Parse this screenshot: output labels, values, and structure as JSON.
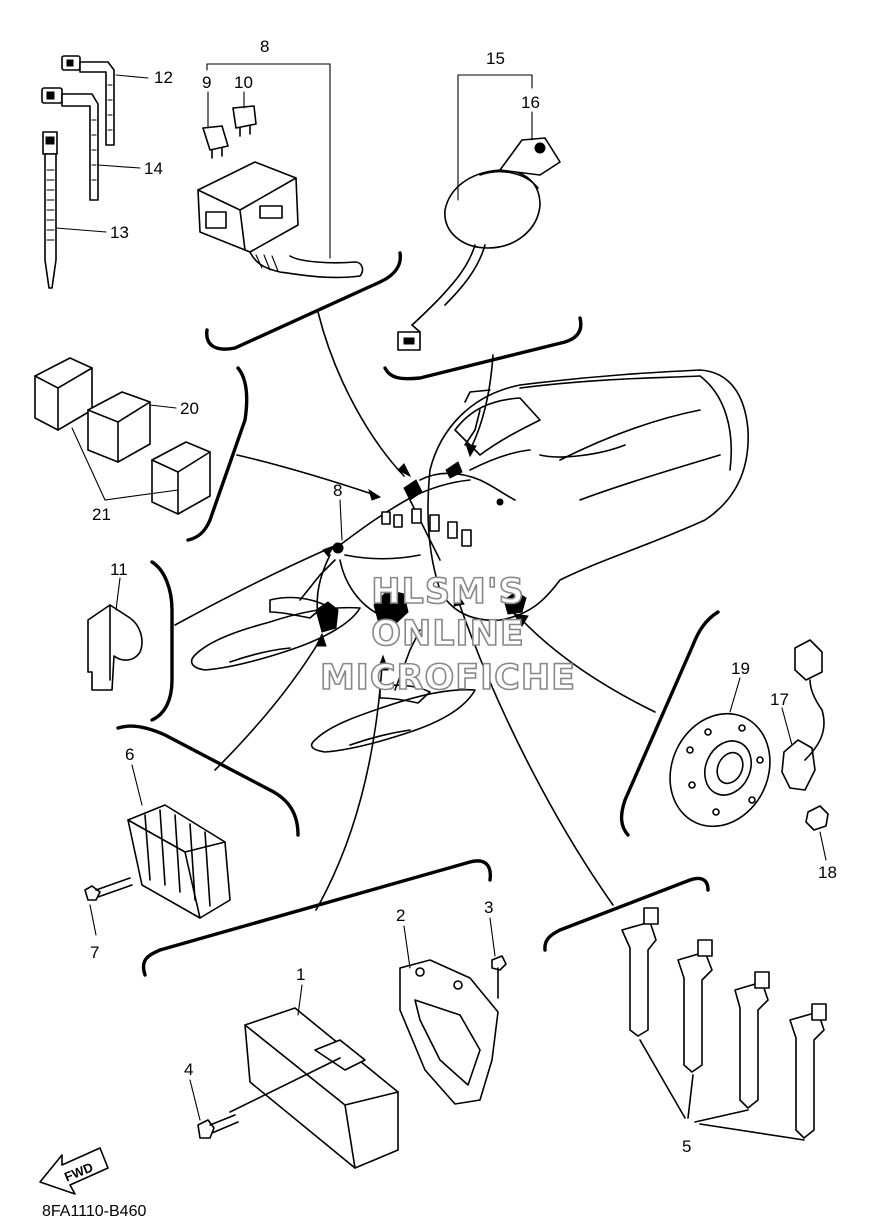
{
  "watermark": {
    "line1": "HLSM'S",
    "line2": "ONLINE",
    "line3": "MICROFICHE"
  },
  "reference_code": "8FA1110-B460",
  "fwd_label": "FWD",
  "callouts": {
    "c1": "1",
    "c2": "2",
    "c3": "3",
    "c4": "4",
    "c5": "5",
    "c6": "6",
    "c7": "7",
    "c8_top": "8",
    "c8_center": "8",
    "c9": "9",
    "c10": "10",
    "c11": "11",
    "c12": "12",
    "c13": "13",
    "c14": "14",
    "c15": "15",
    "c16": "16",
    "c17": "17",
    "c18": "18",
    "c19": "19",
    "c20": "20",
    "c21": "21"
  }
}
